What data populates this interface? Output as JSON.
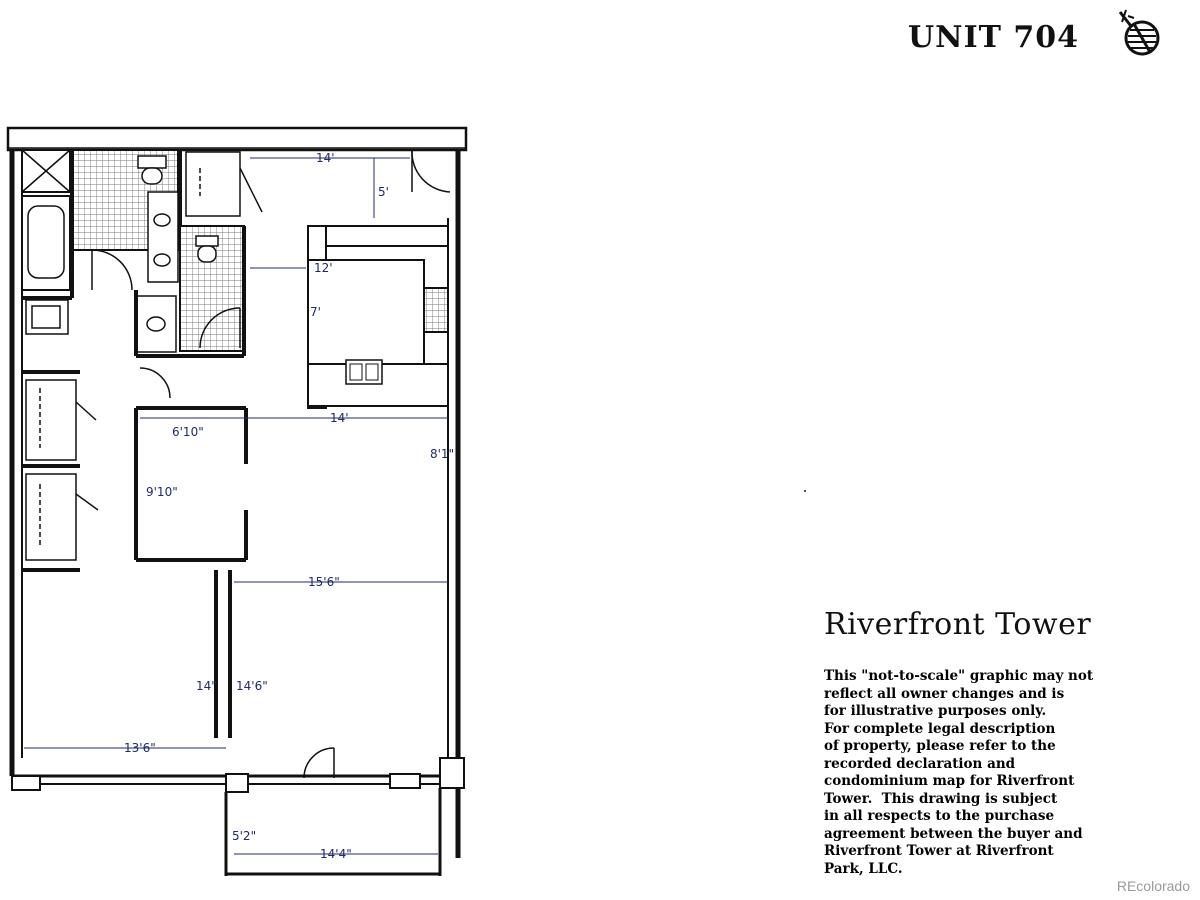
{
  "header": {
    "unit_label": "UNIT 704"
  },
  "icons": {
    "north": "north-arrow-icon"
  },
  "floorplan": {
    "dimensions": [
      "14'",
      "5'",
      "12'",
      "7'",
      "14'",
      "6'10\"",
      "9'10\"",
      "8'1\"",
      "15'6\"",
      "14\"",
      "14'6\"",
      "13'6\"",
      "5'2\"",
      "14'4\""
    ],
    "colors": {
      "wall": "#111111",
      "dimension_ink": "#1c2a6e",
      "tile": "#cfcfcf"
    }
  },
  "project": {
    "name": "Riverfront Tower",
    "disclaimer": "This \"not-to-scale\" graphic may not\nreflect all owner changes and is\nfor illustrative purposes only.\nFor complete legal description\nof property, please refer to the\nrecorded declaration and\ncondominium map for Riverfront\nTower.  This drawing is subject\nin all respects to the purchase\nagreement between the buyer and\nRiverfront Tower at Riverfront\nPark, LLC."
  },
  "watermark": "REcolorado"
}
